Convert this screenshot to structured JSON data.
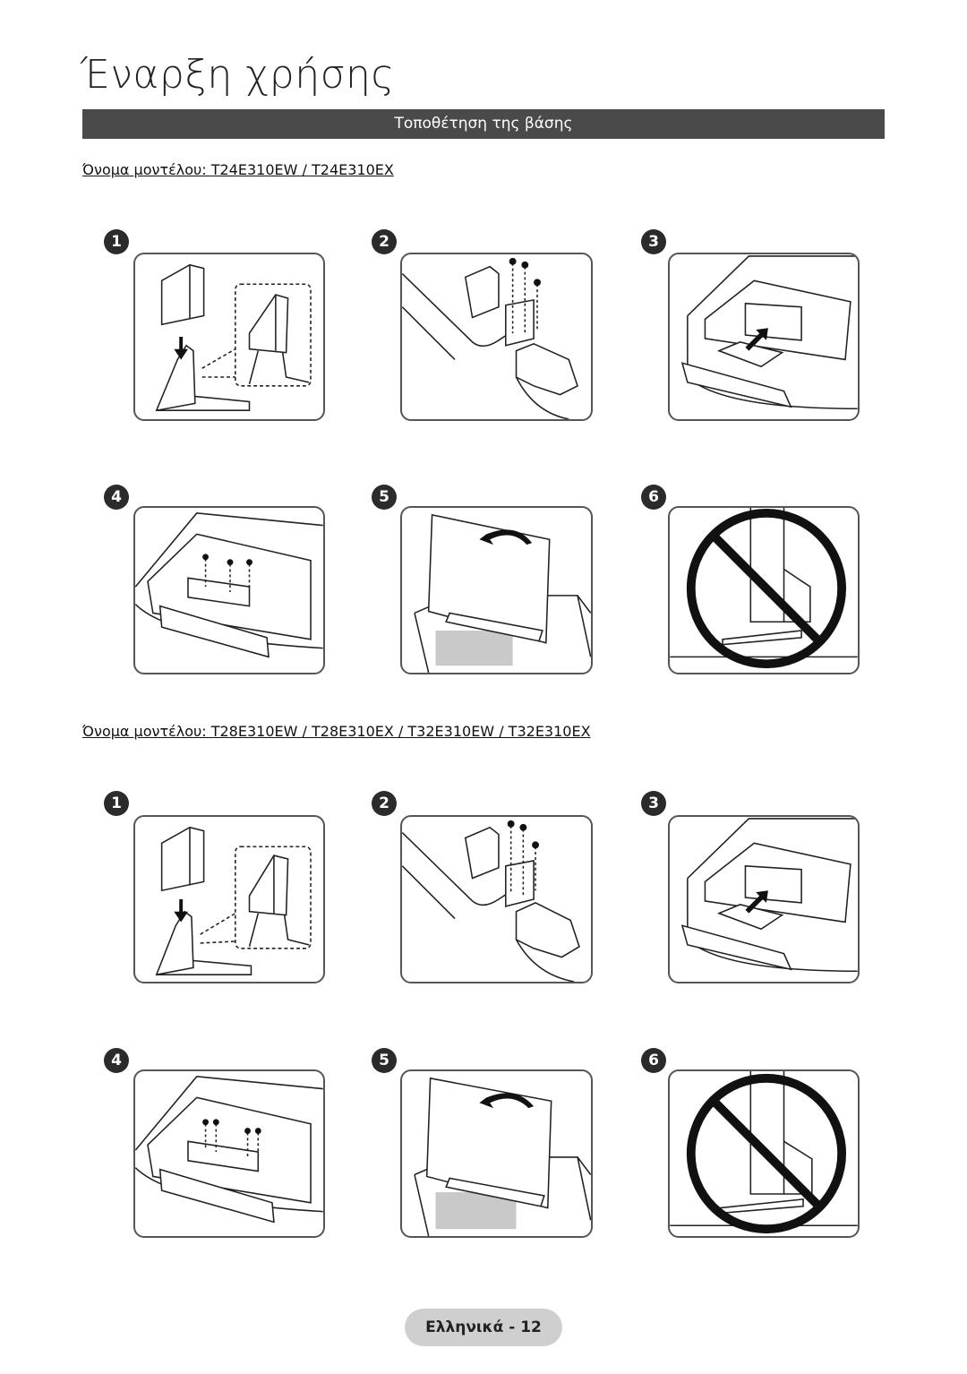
{
  "page": {
    "title": "Έναρξη χρήσης",
    "section_title": "Τοποθέτηση της βάσης",
    "footer": "Ελληνικά - 12"
  },
  "groups": [
    {
      "model_label": "Όνομα μοντέλου: T24E310EW / T24E310EX",
      "steps": [
        "1",
        "2",
        "3",
        "4",
        "5",
        "6"
      ]
    },
    {
      "model_label": "Όνομα μοντέλου: T28E310EW / T28E310EX / T32E310EW / T32E310EX",
      "steps": [
        "1",
        "2",
        "3",
        "4",
        "5",
        "6"
      ]
    }
  ],
  "illustrations": [
    "stand-neck-insert-illustration",
    "screw-neck-to-base-illustration",
    "attach-stand-to-tv-illustration",
    "screw-stand-to-tv-illustration",
    "tv-upright-rotate-illustration",
    "do-not-hold-by-stand-illustration"
  ]
}
